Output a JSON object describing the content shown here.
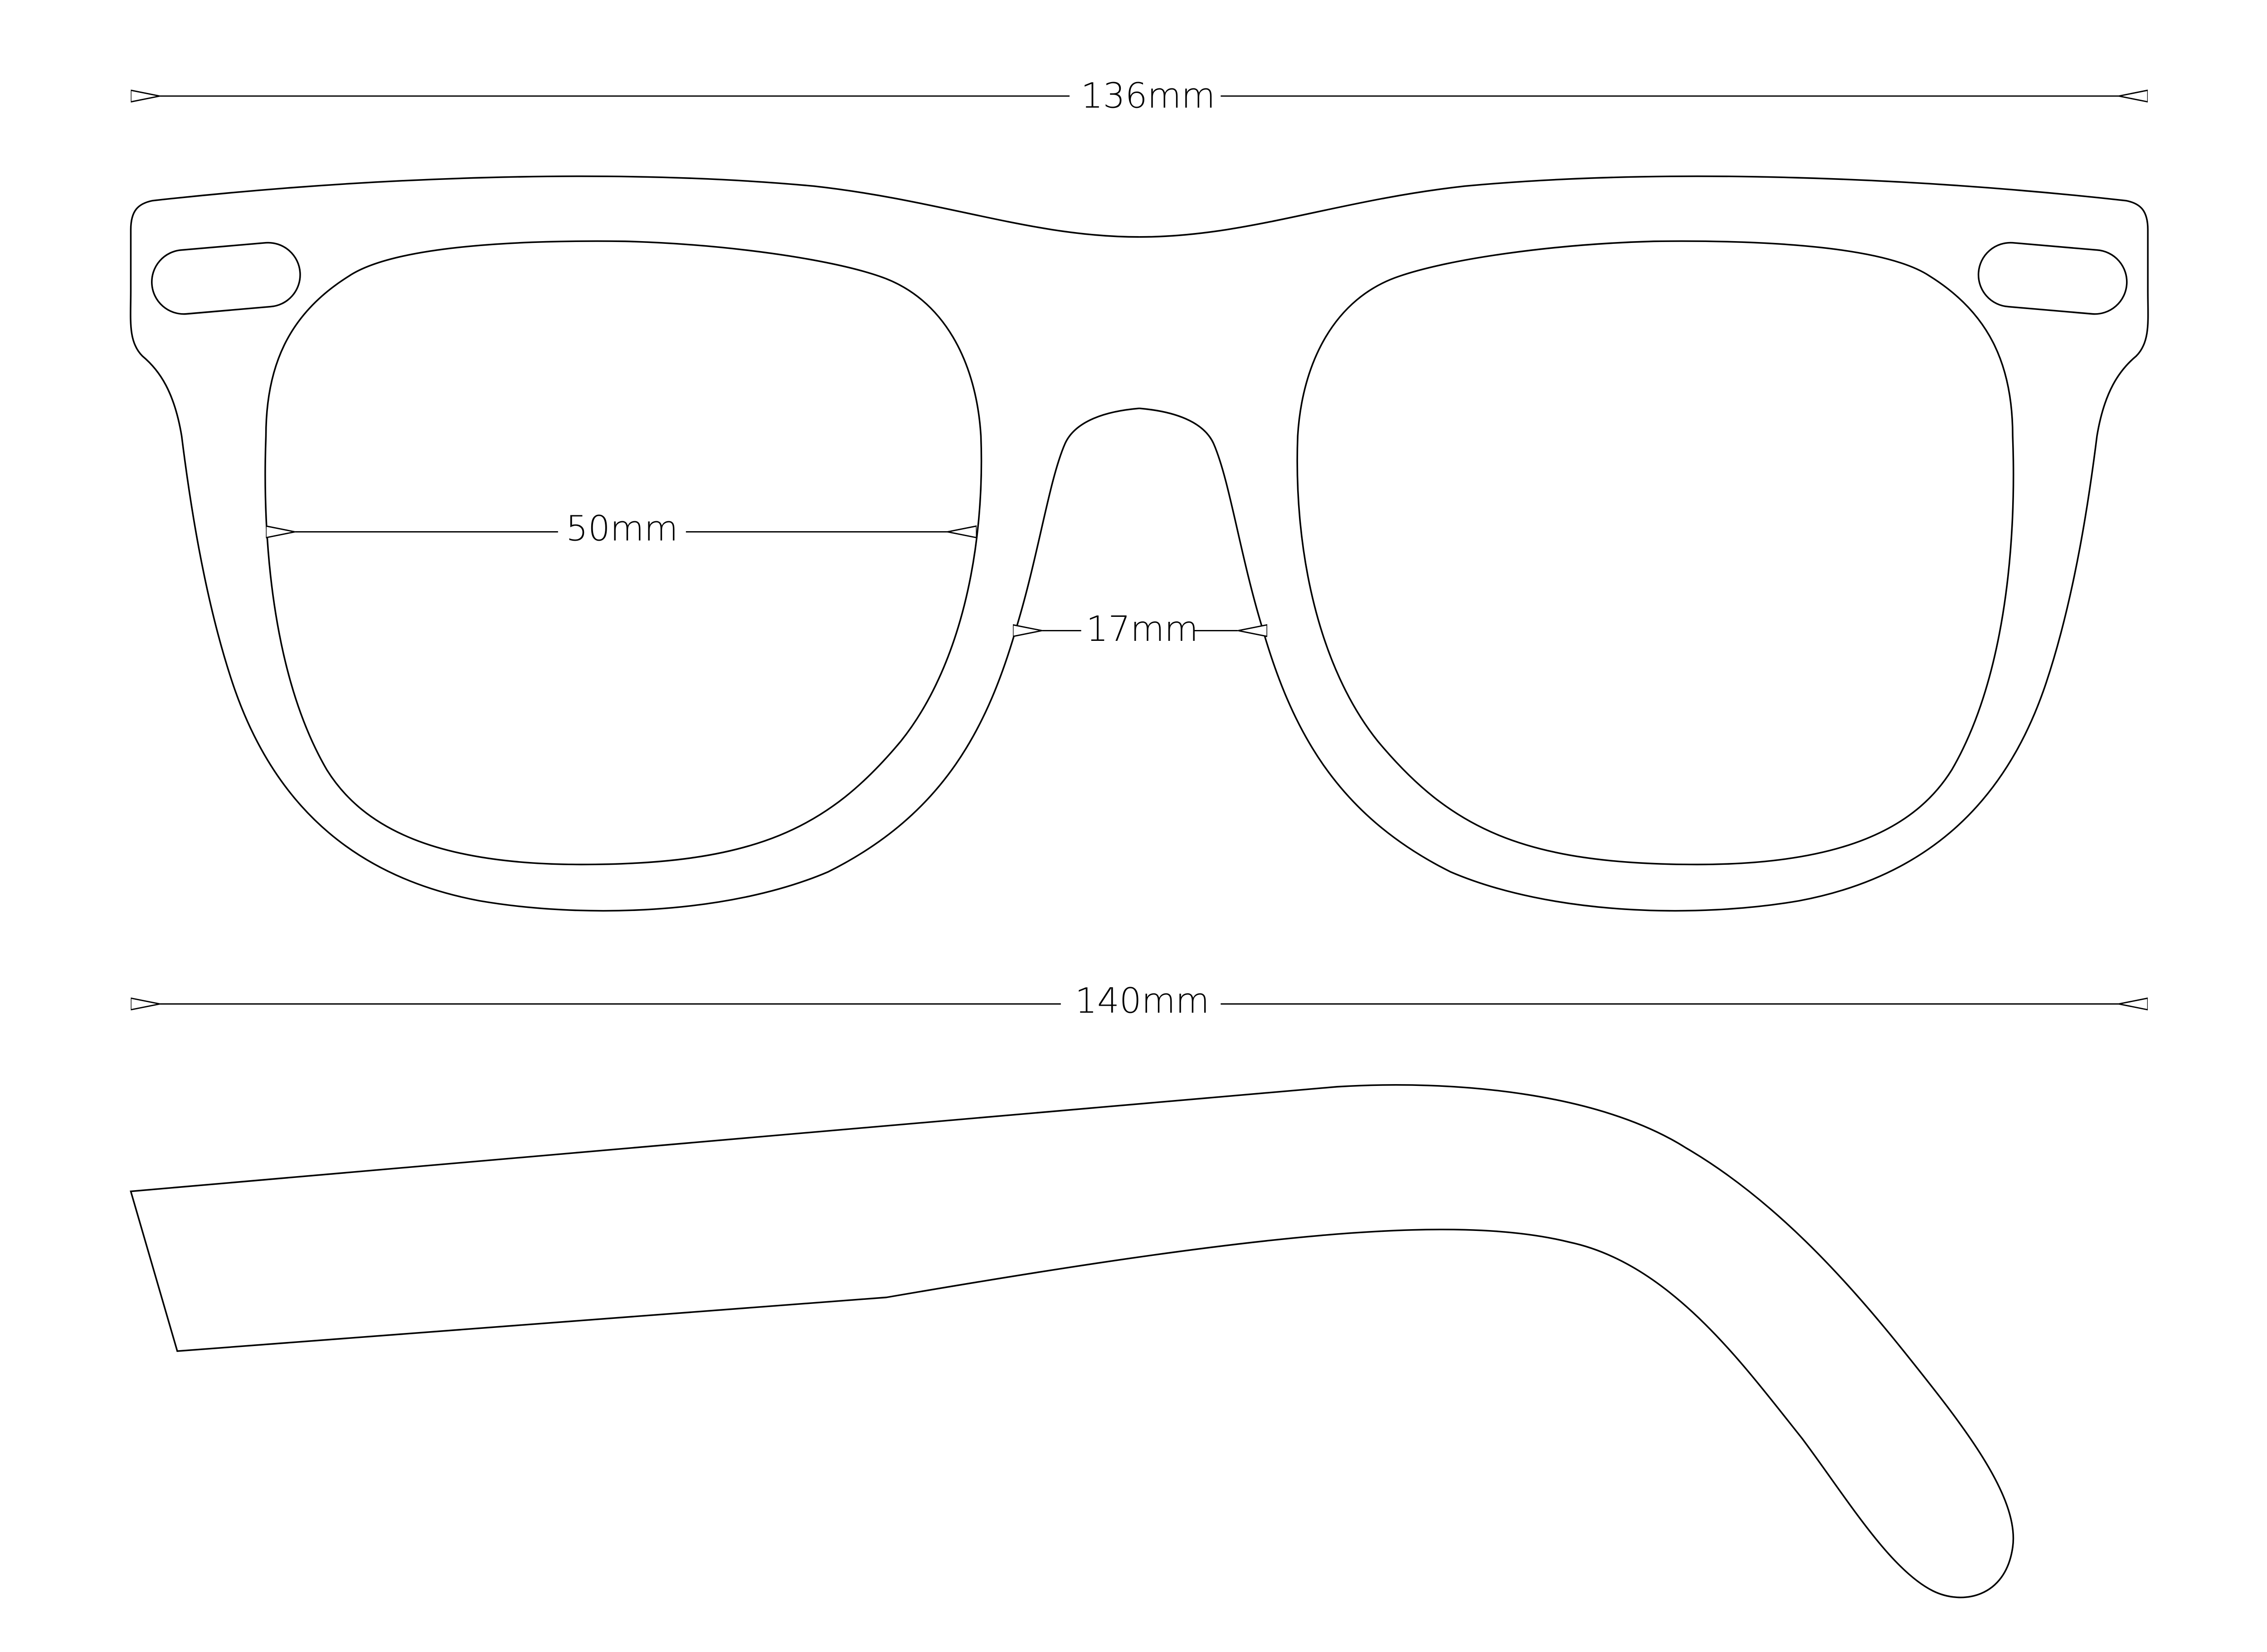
{
  "dimensions": {
    "total_width": "136mm",
    "lens_width": "50mm",
    "bridge_width": "17mm",
    "temple_length": "140mm"
  },
  "colors": {
    "line": "#000000",
    "background": "#ffffff"
  }
}
